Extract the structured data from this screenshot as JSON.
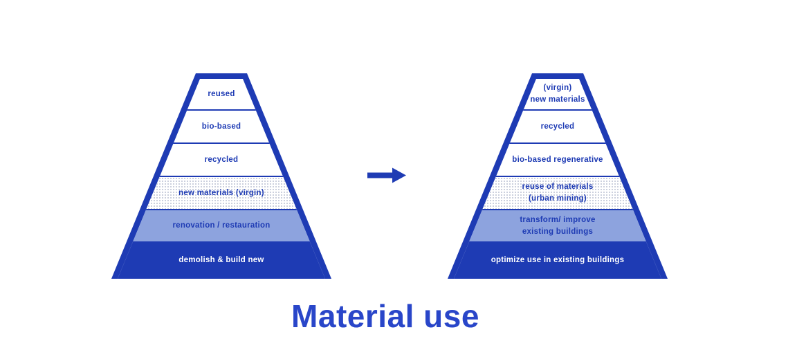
{
  "title": "Material use",
  "colors": {
    "brand_blue": "#1e3bb4",
    "light_blue": "#8da3de",
    "title_blue": "#2946c9",
    "dot_color": "#c5cad9"
  },
  "arrow": {
    "icon": "right-arrow",
    "meaning": "transition from current to improved hierarchy"
  },
  "pyramids": [
    {
      "name": "current-material-use-hierarchy",
      "levels": [
        {
          "label": "reused",
          "fill": "white"
        },
        {
          "label": "bio-based",
          "fill": "white"
        },
        {
          "label": "recycled",
          "fill": "white"
        },
        {
          "label": "new materials (virgin)",
          "fill": "dotted"
        },
        {
          "label": "renovation / restauration",
          "fill": "light-blue"
        },
        {
          "label": "demolish & build new",
          "fill": "solid-blue"
        }
      ]
    },
    {
      "name": "improved-material-use-hierarchy",
      "levels": [
        {
          "label": "(virgin)\nnew materials",
          "fill": "white"
        },
        {
          "label": "recycled",
          "fill": "white"
        },
        {
          "label": "bio-based regenerative",
          "fill": "white"
        },
        {
          "label": "reuse of materials\n(urban mining)",
          "fill": "dotted"
        },
        {
          "label": "transform/ improve\nexisting buildings",
          "fill": "light-blue"
        },
        {
          "label": "optimize use in existing buildings",
          "fill": "solid-blue"
        }
      ]
    }
  ]
}
